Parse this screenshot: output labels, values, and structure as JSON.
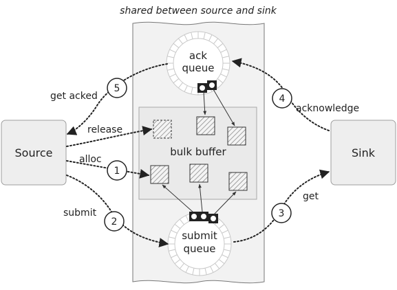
{
  "header": {
    "caption": "shared between source and sink"
  },
  "nodes": {
    "source": {
      "label": "Source"
    },
    "sink": {
      "label": "Sink"
    }
  },
  "rings": {
    "ack": {
      "line1": "ack",
      "line2": "queue"
    },
    "submit": {
      "line1": "submit",
      "line2": "queue"
    }
  },
  "buffer": {
    "label": "bulk buffer"
  },
  "edges": {
    "get_acked": {
      "label": "get acked",
      "step": "5"
    },
    "release": {
      "label": "release"
    },
    "alloc": {
      "label": "alloc",
      "step": "1"
    },
    "submit": {
      "label": "submit",
      "step": "2"
    },
    "get": {
      "label": "get",
      "step": "3"
    },
    "acknowledge": {
      "label": "acknowledge",
      "step": "4"
    }
  },
  "colors": {
    "panel_fill": "#f2f2f2",
    "box_fill": "#eeeeee",
    "border": "#9e9e9e",
    "ring_segment": "#c8c8c8",
    "hatch": "#888888",
    "arrow": "#222222"
  }
}
